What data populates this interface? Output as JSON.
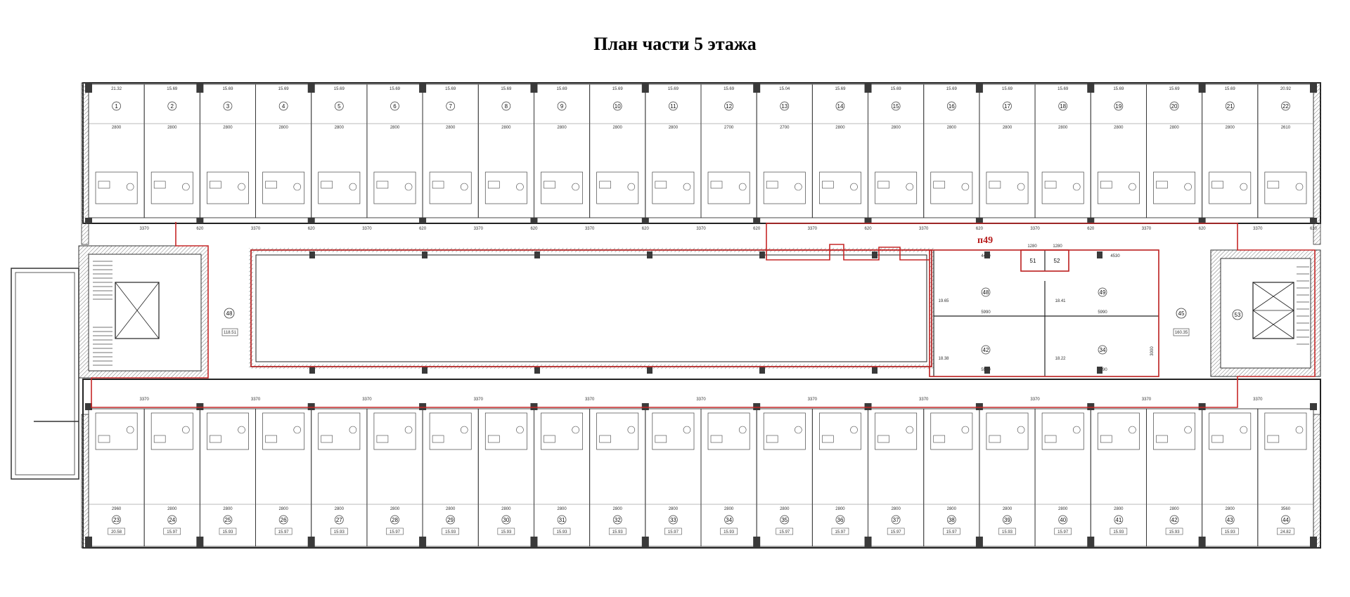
{
  "title": "План части 5 этажа",
  "highlight_label": "п49",
  "colors": {
    "wall": "#222222",
    "column": "#3a3a3a",
    "highlight": "#c62828",
    "line": "#555555",
    "background": "#ffffff"
  },
  "top_rooms": [
    {
      "num": "1",
      "area": "21.32",
      "dim": "2800"
    },
    {
      "num": "2",
      "area": "15.69",
      "dim": "2800"
    },
    {
      "num": "3",
      "area": "15.69",
      "dim": "2800"
    },
    {
      "num": "4",
      "area": "15.69",
      "dim": "2800"
    },
    {
      "num": "5",
      "area": "15.69",
      "dim": "2800"
    },
    {
      "num": "6",
      "area": "15.69",
      "dim": "2800"
    },
    {
      "num": "7",
      "area": "15.69",
      "dim": "2800"
    },
    {
      "num": "8",
      "area": "15.69",
      "dim": "2800"
    },
    {
      "num": "9",
      "area": "15.69",
      "dim": "2800"
    },
    {
      "num": "10",
      "area": "15.69",
      "dim": "2800"
    },
    {
      "num": "11",
      "area": "15.69",
      "dim": "2800"
    },
    {
      "num": "12",
      "area": "15.69",
      "dim": "2700"
    },
    {
      "num": "13",
      "area": "15.04",
      "dim": "2700"
    },
    {
      "num": "14",
      "area": "15.69",
      "dim": "2800"
    },
    {
      "num": "15",
      "area": "15.69",
      "dim": "2800"
    },
    {
      "num": "16",
      "area": "15.69",
      "dim": "2800"
    },
    {
      "num": "17",
      "area": "15.69",
      "dim": "2800"
    },
    {
      "num": "18",
      "area": "15.69",
      "dim": "2800"
    },
    {
      "num": "19",
      "area": "15.69",
      "dim": "2800"
    },
    {
      "num": "20",
      "area": "15.69",
      "dim": "2800"
    },
    {
      "num": "21",
      "area": "15.69",
      "dim": "2800"
    },
    {
      "num": "22",
      "area": "20.92",
      "dim": "2610"
    }
  ],
  "bottom_rooms": [
    {
      "num": "23",
      "area": "20.58",
      "dim": "2960"
    },
    {
      "num": "24",
      "area": "15.97",
      "dim": "2800"
    },
    {
      "num": "25",
      "area": "15.93",
      "dim": "2800"
    },
    {
      "num": "26",
      "area": "15.97",
      "dim": "2800"
    },
    {
      "num": "27",
      "area": "15.93",
      "dim": "2800"
    },
    {
      "num": "28",
      "area": "15.97",
      "dim": "2800"
    },
    {
      "num": "29",
      "area": "15.93",
      "dim": "2800"
    },
    {
      "num": "30",
      "area": "15.93",
      "dim": "2800"
    },
    {
      "num": "31",
      "area": "15.93",
      "dim": "2800"
    },
    {
      "num": "32",
      "area": "15.93",
      "dim": "2800"
    },
    {
      "num": "33",
      "area": "15.97",
      "dim": "2800"
    },
    {
      "num": "34",
      "area": "15.93",
      "dim": "2800"
    },
    {
      "num": "35",
      "area": "15.97",
      "dim": "2800"
    },
    {
      "num": "36",
      "area": "15.97",
      "dim": "2800"
    },
    {
      "num": "37",
      "area": "15.97",
      "dim": "2800"
    },
    {
      "num": "38",
      "area": "15.97",
      "dim": "2800"
    },
    {
      "num": "39",
      "area": "15.93",
      "dim": "2800"
    },
    {
      "num": "40",
      "area": "15.97",
      "dim": "2800"
    },
    {
      "num": "41",
      "area": "15.93",
      "dim": "2800"
    },
    {
      "num": "42",
      "area": "15.93",
      "dim": "2800"
    },
    {
      "num": "43",
      "area": "15.93",
      "dim": "2800"
    },
    {
      "num": "44",
      "area": "24.82",
      "dim": "3560"
    }
  ],
  "corridor_dims": [
    "3370",
    "3370",
    "3370",
    "3370",
    "3370",
    "3370",
    "3370",
    "3370",
    "3370",
    "3370",
    "3370"
  ],
  "pier_dim": "620",
  "stair_left_label": "48",
  "stair_left_area": "118.51",
  "stair_right_label": "53",
  "corridor_right_label": "45",
  "corridor_right_area": "160.35",
  "office_rooms": [
    {
      "num": "48",
      "area": "19.65",
      "dim": "5990"
    },
    {
      "num": "49",
      "area": "18.41",
      "dim": "5990"
    },
    {
      "num": "42",
      "area": "18.38",
      "dim": "5990"
    },
    {
      "num": "34",
      "area": "18.22",
      "dim": "5990"
    }
  ],
  "wc_labels": [
    "51",
    "52"
  ],
  "office_dims": {
    "left": "4460",
    "right": "4530",
    "w1": "1280",
    "w2": "1280",
    "depth": "3000"
  }
}
